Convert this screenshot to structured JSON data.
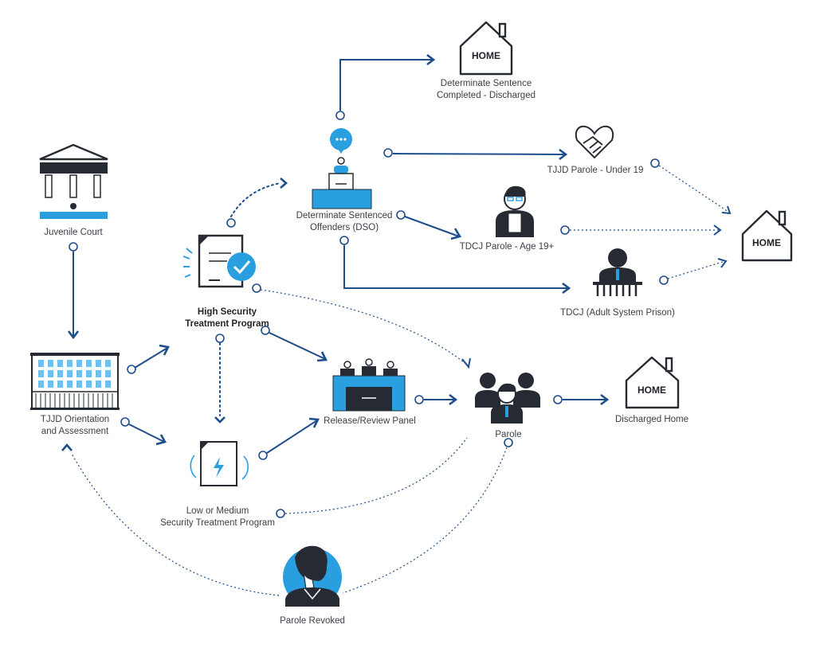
{
  "nodes": {
    "juvenile_court": {
      "label": "Juvenile Court"
    },
    "tjjd_orientation": {
      "lines": [
        "TJJD Orientation",
        "and Assessment"
      ]
    },
    "high_security": {
      "lines": [
        "High Security",
        "Treatment Program"
      ]
    },
    "low_medium": {
      "lines": [
        "Low or Medium",
        "Security Treatment Program"
      ]
    },
    "dso": {
      "lines": [
        "Determinate Sentenced",
        "Offenders (DSO)"
      ]
    },
    "determinate_complete": {
      "home": "HOME",
      "lines": [
        "Determinate Sentence",
        "Completed - Discharged"
      ]
    },
    "tjjd_parole": {
      "label": "TJJD Parole - Under 19"
    },
    "tdcj_parole": {
      "label": "TDCJ Parole - Age 19+"
    },
    "tdcj_prison": {
      "label": "TDCJ (Adult System Prison)"
    },
    "home_right": {
      "home": "HOME"
    },
    "release_panel": {
      "label": "Release/Review Panel"
    },
    "parole": {
      "label": "Parole"
    },
    "discharged_home": {
      "home": "HOME",
      "label": "Discharged Home"
    },
    "parole_revoked": {
      "label": "Parole Revoked"
    }
  },
  "colors": {
    "accent": "#2a9fe0",
    "line": "#1e4d8c",
    "icon": "#262b33"
  }
}
